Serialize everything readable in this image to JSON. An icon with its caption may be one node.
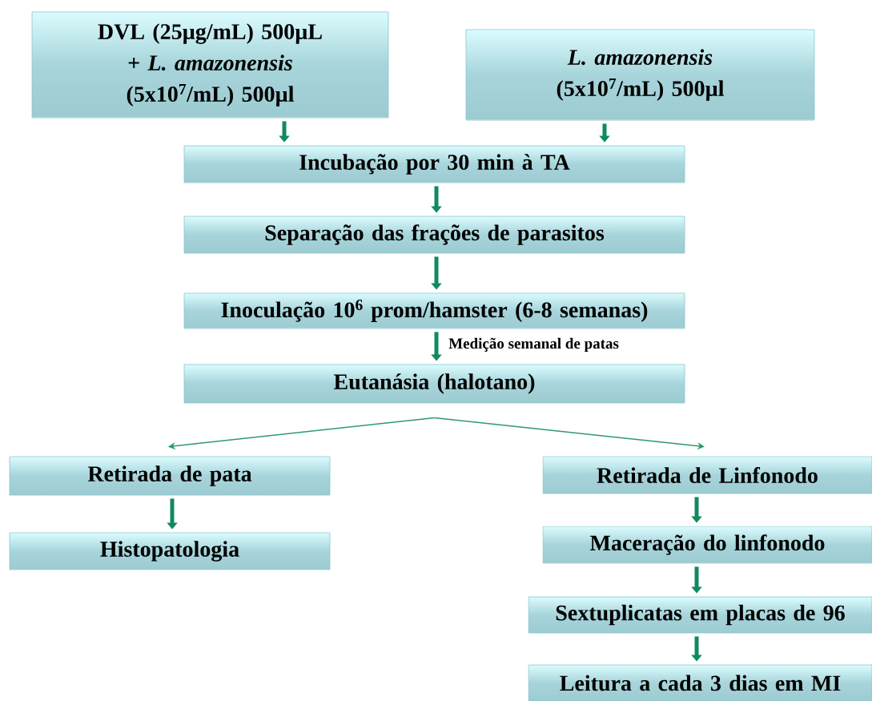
{
  "diagram": {
    "nodes": [
      {
        "text": [
          "DVL (25µg/mL) 500µL + *L. amazonensis* (5x10$^{7}$/mL) 500µl"
        ]
      },
      {
        "text": [
          "*L. amazonensis* (5x10$^{7}$/mL) 500µl"
        ]
      },
      {
        "text": [
          "Incubação por 30 min à TA"
        ]
      },
      {
        "text": [
          "Separação das frações de parasitos"
        ]
      },
      {
        "text": [
          "Inoculação 10$^{6}$ prom/hamster (6-8 semanas)"
        ]
      },
      {
        "text": [
          "Eutanásia (halotano)"
        ]
      },
      {
        "text": [
          "Retirada de pata"
        ]
      },
      {
        "text": [
          "Histopatologia"
        ]
      },
      {
        "text": [
          "Retirada de Linfonodo"
        ]
      },
      {
        "text": [
          "Maceração do linfonodo"
        ]
      },
      {
        "text": [
          "Sextuplicatas em placas de 96"
        ]
      },
      {
        "text": [
          "Leitura a cada 3 dias em MI"
        ]
      }
    ],
    "edges": [
      {
        "from": 0,
        "to": 2,
        "arrow": "to"
      },
      {
        "from": 1,
        "to": 2,
        "arrow": "to"
      },
      {
        "from": 2,
        "to": 3,
        "arrow": "to"
      },
      {
        "from": 3,
        "to": 4,
        "arrow": "to"
      },
      {
        "from": 4,
        "to": 5,
        "arrow": "to",
        "label": "Medição semanal de patas"
      },
      {
        "from": 5,
        "to": 6,
        "arrow": "to"
      },
      {
        "from": 5,
        "to": 8,
        "arrow": "to"
      },
      {
        "from": 6,
        "to": 7,
        "arrow": "to"
      },
      {
        "from": 8,
        "to": 9,
        "arrow": "to"
      },
      {
        "from": 9,
        "to": 10,
        "arrow": "to"
      },
      {
        "from": 10,
        "to": 11,
        "arrow": "to"
      }
    ]
  }
}
